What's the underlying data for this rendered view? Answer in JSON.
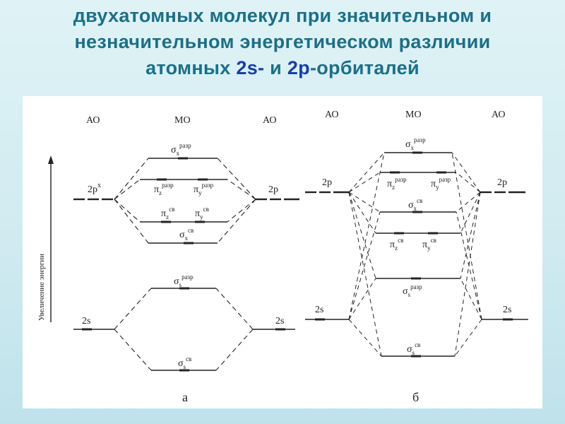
{
  "title": {
    "line1": "двухатомных молекул при значительном и",
    "line2": "незначительном энергетическом различии",
    "line3_prefix": "атомных ",
    "line3_hl1": "2s-",
    "line3_mid": " и ",
    "line3_hl2": "2p",
    "line3_suffix": "-орбиталей"
  },
  "diagram": {
    "header_ao_left": "АО",
    "header_mo": "МО",
    "header_ao_right": "АО",
    "y_axis_label": "Увеличение энергии",
    "panel_a_caption": "а",
    "panel_b_caption": "б",
    "ao_2p": "2p",
    "ao_2p_sup": "x",
    "ao_2s": "2s",
    "sigma": "σ",
    "pi": "π",
    "sub_x": "x",
    "sub_y": "y",
    "sub_z": "z",
    "sub_s": "s",
    "sup_antibond": "разр",
    "sup_bond": "св"
  },
  "colors": {
    "title_text": "#1d6f86",
    "title_highlight": "#1a3fa3",
    "line": "#222222",
    "background": "#cfeaf0"
  }
}
